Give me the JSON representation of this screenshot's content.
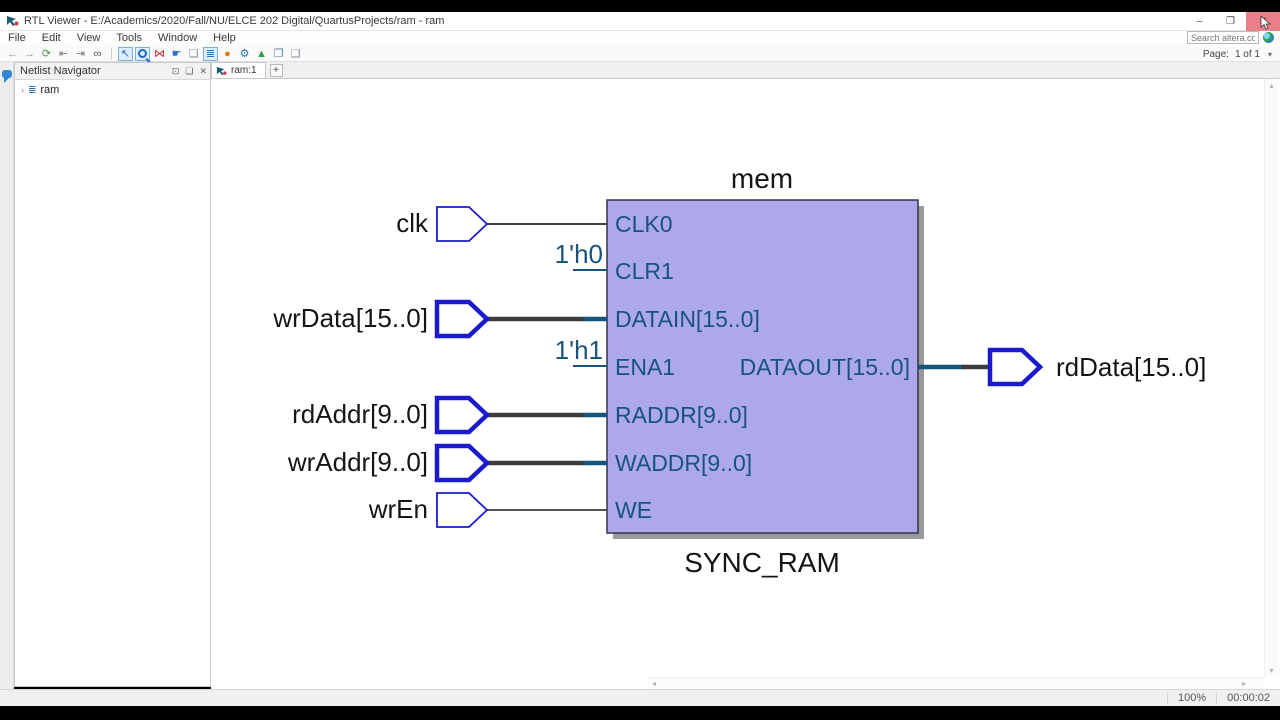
{
  "window": {
    "title": "RTL Viewer - E:/Academics/2020/Fall/NU/ELCE 202 Digital/QuartusProjects/ram - ram",
    "minimize": "–",
    "restore": "❐",
    "close": "✕"
  },
  "menu": {
    "items": [
      "File",
      "Edit",
      "View",
      "Tools",
      "Window",
      "Help"
    ]
  },
  "search": {
    "placeholder": "Search altera.com"
  },
  "toolbar": {
    "page_label": "Page:",
    "page_value": "1 of 1",
    "page_caret": "▾",
    "icons": [
      {
        "name": "back-icon",
        "glyph": "←",
        "color": "#909090"
      },
      {
        "name": "forward-icon",
        "glyph": "→",
        "color": "#909090"
      },
      {
        "name": "refresh-page-icon",
        "glyph": "⟳",
        "color": "#3da03d"
      },
      {
        "name": "fit-page-icon",
        "glyph": "⇤",
        "color": "#787878"
      },
      {
        "name": "fit-width-icon",
        "glyph": "⇥",
        "color": "#787878"
      },
      {
        "name": "find-icon",
        "glyph": "∞",
        "color": "#5a5048"
      },
      {
        "name": "select-tool-icon",
        "glyph": "↖",
        "color": "#1e66c8"
      },
      {
        "name": "fit-selection-icon",
        "glyph": "⋈",
        "color": "#cc2222"
      },
      {
        "name": "pan-tool-icon",
        "glyph": "☛",
        "color": "#2a6fd0"
      },
      {
        "name": "goto-page-icon",
        "glyph": "❏",
        "color": "#8a8a8a"
      },
      {
        "name": "hierarchy-tool-icon",
        "glyph": "≣",
        "color": "#2a6fb0"
      },
      {
        "name": "netlist-icon",
        "glyph": "●",
        "color": "#e07820"
      },
      {
        "name": "settings-icon",
        "glyph": "⚙",
        "color": "#2a6fb0"
      },
      {
        "name": "filter-icon",
        "glyph": "▲",
        "color": "#2e9e40"
      },
      {
        "name": "copy-icon",
        "glyph": "❐",
        "color": "#4a7ab0"
      },
      {
        "name": "export-icon",
        "glyph": "❑",
        "color": "#7a8a9a"
      }
    ]
  },
  "navigator": {
    "title": "Netlist Navigator",
    "buttons": {
      "dock": "⊡",
      "float": "❏",
      "close": "✕"
    },
    "tree": [
      {
        "chevron": "›",
        "label": "ram"
      }
    ]
  },
  "tabs": {
    "active_label": "ram:1",
    "add_label": "+"
  },
  "diagram": {
    "instance_label": "mem",
    "type_label": "SYNC_RAM",
    "ports_left": [
      "CLK0",
      "CLR1",
      "DATAIN[15..0]",
      "ENA1",
      "RADDR[9..0]",
      "WADDR[9..0]",
      "WE"
    ],
    "port_right": "DATAOUT[15..0]",
    "input_pins": [
      {
        "label": "clk",
        "bus": false
      },
      {
        "label": "wrData[15..0]",
        "bus": true
      },
      {
        "label": "rdAddr[9..0]",
        "bus": true
      },
      {
        "label": "wrAddr[9..0]",
        "bus": true
      },
      {
        "label": "wrEn",
        "bus": false
      }
    ],
    "output_pins": [
      {
        "label": "rdData[15..0]",
        "bus": true
      }
    ],
    "constants": [
      {
        "value": "1'h0",
        "port": "CLR1"
      },
      {
        "value": "1'h1",
        "port": "ENA1"
      }
    ],
    "colors": {
      "block_fill": "#ACA8EA",
      "block_border": "#33334A",
      "port_text": "#17547D",
      "pin_stroke": "#1A1ACB",
      "wire": "#3C3C3C",
      "label": "#151515",
      "shadow": "#9A9A9A"
    }
  },
  "scrollbars": {
    "up": "▴",
    "down": "▾",
    "left": "◂",
    "right": "▸"
  },
  "statusbar": {
    "zoom": "100%",
    "time": "00:00:02"
  }
}
